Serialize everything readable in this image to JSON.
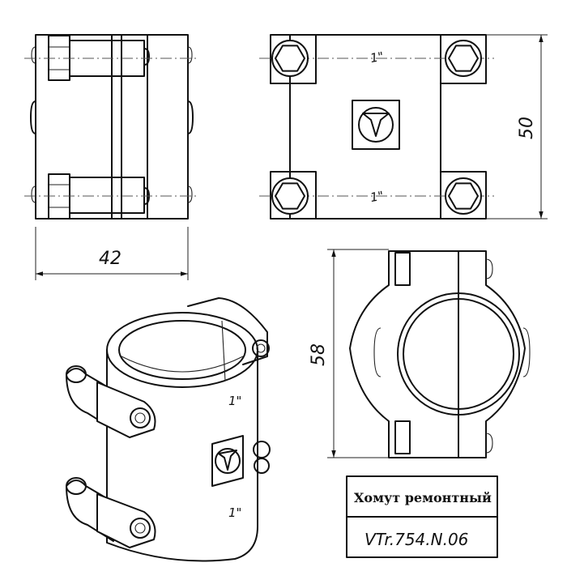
{
  "dimensions": {
    "width_label": "42",
    "height_label": "50",
    "ring_height_label": "58"
  },
  "markings": {
    "size_top": "1\"",
    "size_bottom": "1\"",
    "iso_size_top": "1\"",
    "iso_size_bottom": "1\""
  },
  "title_block": {
    "name": "Хомут ремонтный",
    "code": "VTr.754.N.06"
  },
  "icons": {
    "brand_logo": "valtec-v-logo",
    "bolt_head": "hex-bolt-icon"
  }
}
